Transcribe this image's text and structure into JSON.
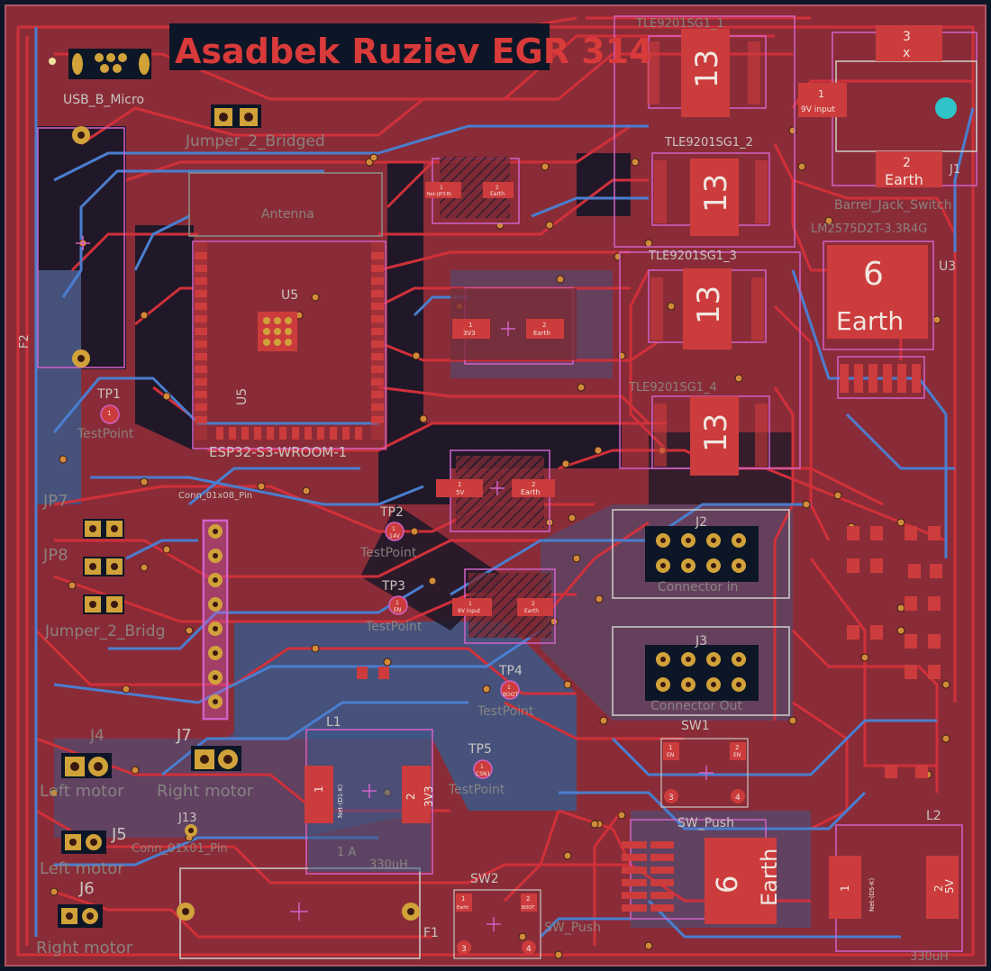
{
  "colors": {
    "board": "#8a2c37",
    "board_edge": "#b05662",
    "void": "#0d1626",
    "trace_red": "#d0303a",
    "trace_blue": "#4a7ecf",
    "copper_blue": "#3a5a8a",
    "pad_red": "#cc3c3c",
    "pad_gold": "#d1a23a",
    "silk": "#8c8a86",
    "courtyard": "#d062c8",
    "title": "#d93a3a"
  },
  "board": {
    "title": "Asadbek Ruziev EGR 314"
  },
  "components": {
    "usb": {
      "ref": "USB_B_Micro"
    },
    "jumper_top": {
      "label": "Jumper_2_Bridged"
    },
    "antenna": {
      "label": "Antenna"
    },
    "u5": {
      "ref": "U5",
      "value": "ESP32-S3-WROOM-1"
    },
    "f2": {
      "ref": "F2"
    },
    "tp1": {
      "ref": "TP1",
      "value": "TestPoint",
      "pad": "1"
    },
    "tp2": {
      "ref": "TP2",
      "value": "TestPoint",
      "pad": "1",
      "net": "14V"
    },
    "tp3": {
      "ref": "TP3",
      "value": "TestPoint",
      "pad": "1",
      "net": "EN"
    },
    "tp4": {
      "ref": "TP4",
      "value": "TestPoint",
      "pad": "1",
      "net": "BOOT"
    },
    "tp5": {
      "ref": "TP5",
      "value": "TestPoint",
      "pad": "1",
      "net": "CSN1"
    },
    "jp7": {
      "ref": "JP7"
    },
    "jp8": {
      "ref": "JP8"
    },
    "jumper_left": {
      "label": "Jumper_2_Bridg"
    },
    "conn8": {
      "label": "Conn_01x08_Pin"
    },
    "j4": {
      "ref": "J4",
      "value": "Left motor"
    },
    "j7": {
      "ref": "J7",
      "value": "Right motor"
    },
    "j5": {
      "ref": "J5",
      "value": "Left motor"
    },
    "j6": {
      "ref": "J6",
      "value": "Right motor"
    },
    "j13": {
      "ref": "J13",
      "value": "Conn_01x01_Pin"
    },
    "l1": {
      "ref": "L1",
      "value": "330uH",
      "pad1": "1",
      "pad1_net": "Net-(D1-K)",
      "pad2": "2",
      "pad2_net": "3V3",
      "note": "1 A"
    },
    "l2": {
      "ref": "L2",
      "value": "330uH",
      "pad1": "1",
      "pad1_net": "Net-(D5-K)",
      "pad2": "2",
      "pad2_net": "5V"
    },
    "f1": {
      "ref": "F1"
    },
    "sw1": {
      "ref": "SW1",
      "value": "SW_Push",
      "pads": [
        "1",
        "2",
        "3",
        "4"
      ],
      "pad1_net": "EN",
      "pad2_net": "EN"
    },
    "sw2": {
      "ref": "SW2",
      "value": "SW_Push",
      "pads": [
        "1",
        "2",
        "3",
        "4"
      ],
      "pad1_net": "Earth",
      "pad2_net": "BOOT"
    },
    "j2": {
      "ref": "J2",
      "value": "Connector in"
    },
    "j3": {
      "ref": "J3",
      "value": "Connector Out"
    },
    "j1": {
      "ref": "J1",
      "value": "Barrel_Jack_Switch",
      "pad1": "1",
      "pad1_net": "9V input",
      "pad2": "2",
      "pad2_net": "Earth",
      "pad3": "3",
      "pad3_net": "x"
    },
    "u3": {
      "ref": "U3",
      "value": "LM2575D2T-3.3R4G",
      "tab": "6",
      "tab_net": "Earth"
    },
    "u_bottom": {
      "tab": "6",
      "tab_net": "Earth"
    },
    "tle1": {
      "label": "TLE9201SG1_1",
      "tab": "13"
    },
    "tle2": {
      "label": "TLE9201SG1_2",
      "tab": "13"
    },
    "tle3": {
      "label": "TLE9201SG1_3",
      "tab": "13"
    },
    "tle4": {
      "label": "TLE9201SG1_4",
      "tab": "13"
    },
    "cap_a": {
      "p1": "1",
      "p1_net": "Net-(JP3-B)",
      "p2": "2",
      "p2_net": "Earth"
    },
    "cap_b": {
      "p1": "1",
      "p1_net": "3V3",
      "p2": "2",
      "p2_net": "Earth"
    },
    "cap_c": {
      "p1": "1",
      "p1_net": "5V",
      "p2": "2",
      "p2_net": "Earth"
    },
    "cap_d": {
      "p1": "1",
      "p1_net": "9V input",
      "p2": "2",
      "p2_net": "Earth"
    }
  }
}
